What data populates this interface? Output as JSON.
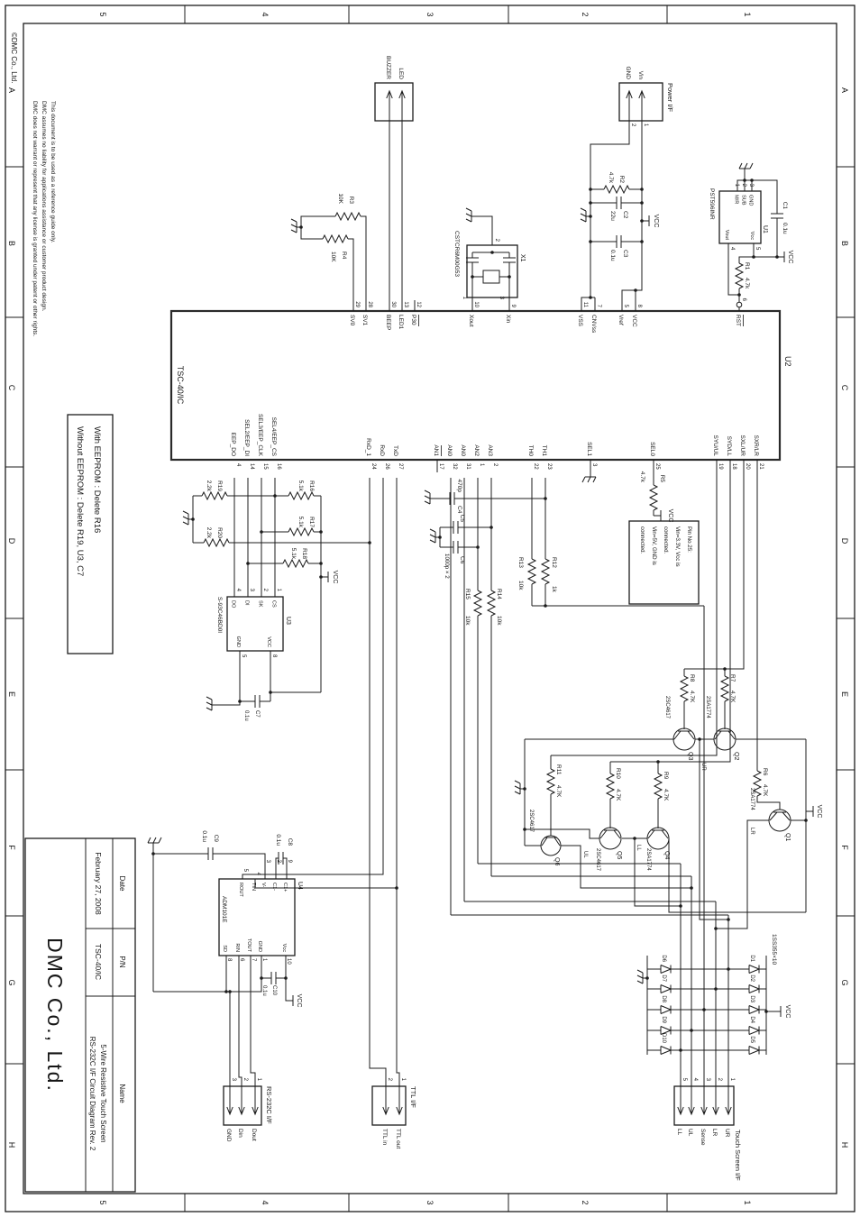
{
  "sheet": {
    "copyright": "©DMC Co., Ltd.",
    "disclaimer": [
      "This document is to be used as a reference guide only.",
      "DMC assumes no liability for applications assistance or customer product design.",
      "DMC does not warrant or represent that any license is granted under patent or other rights."
    ]
  },
  "title_block": {
    "date_label": "Date",
    "date": "February 27, 2008",
    "pn_label": "P/N",
    "pn": "TSC-40/IC",
    "name_label": "Name",
    "name1": "5-Wire Resistive Touch Screen",
    "name2": "RS-232C I/F Circuit Diagram Rev. 2",
    "company": "DMC Co., Ltd."
  },
  "zones": {
    "cols": [
      "A",
      "B",
      "C",
      "D",
      "E",
      "F",
      "G",
      "H"
    ],
    "rows": [
      "1",
      "2",
      "3",
      "4",
      "5"
    ]
  },
  "nets": {
    "vcc": "VCC",
    "ur": "UR",
    "lr": "LR",
    "ll": "LL",
    "ul": "UL"
  },
  "notes": {
    "eeprom": [
      "With EEPROM : Delete R16",
      "Without EEPROM : Delete R19, U3, C7"
    ],
    "pin25": [
      "Pin No.25:",
      "Vin=3.3V, Vcc is",
      "connected.",
      "Vin=5V, GND is",
      "connected."
    ]
  },
  "u1": {
    "ref": "U1",
    "part": "PST596INR",
    "p1": "1",
    "p2": "2",
    "p3": "3",
    "p4": "4",
    "p5": "5",
    "mr": "M/R",
    "sub": "SUB",
    "gnd": "GND",
    "vout": "Vout",
    "vcc": "Vcc"
  },
  "u2": {
    "ref": "U2",
    "part": "TSC-40/IC",
    "pins": {
      "rst": [
        "6",
        "RST"
      ],
      "vcc": [
        "8",
        "VCC"
      ],
      "vref": [
        "5",
        "Vref"
      ],
      "cnvss": [
        "7",
        "CNVss"
      ],
      "vss": [
        "11",
        "VSS"
      ],
      "xin": [
        "9",
        "Xin"
      ],
      "xout": [
        "10",
        "Xout"
      ],
      "p30": [
        "12",
        "P30"
      ],
      "led1": [
        "13",
        "LED1"
      ],
      "beep": [
        "30",
        "BEEP"
      ],
      "sv1": [
        "28",
        "SV1"
      ],
      "sv0": [
        "29",
        "SV0"
      ],
      "sxr": [
        "21",
        "SXR/LR"
      ],
      "sxl": [
        "20",
        "SXL/UR"
      ],
      "syd": [
        "18",
        "SYD/LL"
      ],
      "syu": [
        "19",
        "SYU/UL"
      ],
      "sel0": [
        "25",
        "SEL0"
      ],
      "sel1": [
        "3",
        "SEL1"
      ],
      "th1": [
        "23",
        "TH1"
      ],
      "th0": [
        "22",
        "TH0"
      ],
      "an3": [
        "2",
        "AN3"
      ],
      "an2": [
        "1",
        "AN2"
      ],
      "an0a": [
        "31",
        "AN0"
      ],
      "an0b": [
        "32",
        "AN0"
      ],
      "an1": [
        "17",
        "AN1"
      ],
      "txd": [
        "27",
        "TxD"
      ],
      "rxd": [
        "26",
        "RxD"
      ],
      "rxd1": [
        "24",
        "RxD_1"
      ],
      "cs": [
        "16",
        "SEL4/EEP_CS"
      ],
      "clk": [
        "15",
        "SEL3/EEP_CLK"
      ],
      "di": [
        "14",
        "SEL2/EEP_DI"
      ],
      "do": [
        "4",
        "EEP_DO"
      ]
    }
  },
  "u3": {
    "ref": "U3",
    "part": "S-93C46BD0I",
    "cs": [
      "1",
      "CS"
    ],
    "sk": [
      "2",
      "SK"
    ],
    "di": [
      "3",
      "DI"
    ],
    "do": [
      "4",
      "DO"
    ],
    "gnd": [
      "5",
      "GND"
    ],
    "vcc": [
      "8",
      "VCC"
    ]
  },
  "u4": {
    "ref": "U4",
    "part": "ADM101E",
    "c1p": [
      "9",
      "C1+"
    ],
    "c1m": [
      "2",
      "C1-"
    ],
    "vm": [
      "3",
      "V-"
    ],
    "tin": [
      "4",
      "TIN"
    ],
    "rout": [
      "5",
      "ROUT"
    ],
    "vcc": [
      "10",
      "Vcc"
    ],
    "gnd": [
      "1",
      "GND"
    ],
    "tout": [
      "7",
      "TOUT"
    ],
    "rin": [
      "6",
      "RIN"
    ],
    "sd": [
      "8",
      "SD"
    ]
  },
  "x1": {
    "ref": "X1",
    "part": "CSTCR6M00G53",
    "p1": "1",
    "p2": "2",
    "p3": "3"
  },
  "r": {
    "r1": [
      "R1",
      "4.7k"
    ],
    "r2": [
      "R2",
      "4.7k"
    ],
    "r3": [
      "R3",
      "10K"
    ],
    "r4": [
      "R4",
      "10K"
    ],
    "r5": [
      "R5",
      "4.7k"
    ],
    "r6": [
      "R6",
      "4.7K"
    ],
    "r7": [
      "R7",
      "4.7K"
    ],
    "r8": [
      "R8",
      "4.7K"
    ],
    "r9": [
      "R9",
      "4.7K"
    ],
    "r10": [
      "R10",
      "4.7K"
    ],
    "r11": [
      "R11",
      "4.7K"
    ],
    "r12": [
      "R12",
      "1k"
    ],
    "r13": [
      "R13",
      "10k"
    ],
    "r14": [
      "R14",
      "10k"
    ],
    "r15": [
      "R15",
      "10k"
    ],
    "r16": [
      "R16",
      "5.1k"
    ],
    "r17": [
      "R17",
      "5.1k"
    ],
    "r18": [
      "R18",
      "5.1k"
    ],
    "r19": [
      "R19",
      "2.2k"
    ],
    "r20": [
      "R20",
      "2.2k"
    ]
  },
  "c": {
    "c1": [
      "C1",
      "0.1u"
    ],
    "c2": [
      "C2",
      "22u"
    ],
    "c3": [
      "C3",
      "0.1u"
    ],
    "c4": [
      "C4",
      "470p"
    ],
    "c5": [
      "C5"
    ],
    "c6": [
      "C6"
    ],
    "c56": "1000p × 2",
    "c7": [
      "C7",
      "0.1u"
    ],
    "c8": [
      "C8",
      "0.1u"
    ],
    "c9": [
      "C9",
      "0.1u"
    ],
    "c10": [
      "C10",
      "0.1u"
    ]
  },
  "q": {
    "q1": [
      "Q1",
      "2SA1774"
    ],
    "q2": [
      "Q2",
      "2SA1774"
    ],
    "q3": [
      "Q3",
      "2SC4617"
    ],
    "q4": [
      "Q4",
      "2SA1774"
    ],
    "q5": [
      "Q5",
      "2SC4617"
    ],
    "q6": [
      "Q6",
      "2SC4617"
    ]
  },
  "d": {
    "part": "1SS355×10",
    "names": [
      "D1",
      "D2",
      "D3",
      "D4",
      "D5",
      "D6",
      "D7",
      "D8",
      "D9",
      "D10"
    ]
  },
  "conn": {
    "power": {
      "title": "Power I/F",
      "p1": "1",
      "p2": "2",
      "vin": "Vin",
      "gnd": "GND"
    },
    "ledbz": {
      "led": "LED",
      "buzzer": "BUZZER"
    },
    "rs232": {
      "title": "RS-232C I/F",
      "p": [
        "1",
        "2",
        "3"
      ],
      "labels": [
        "Dout",
        "Din",
        "GND"
      ]
    },
    "ttl": {
      "title": "TTL I/F",
      "p": [
        "1",
        "2"
      ],
      "labels": [
        "TTL out",
        "TTL in"
      ]
    },
    "touch": {
      "title": "Touch Screen I/F",
      "p": [
        "1",
        "2",
        "3",
        "4",
        "5"
      ],
      "labels": [
        "UR",
        "LR",
        "Sense",
        "UL",
        "LL"
      ]
    }
  }
}
